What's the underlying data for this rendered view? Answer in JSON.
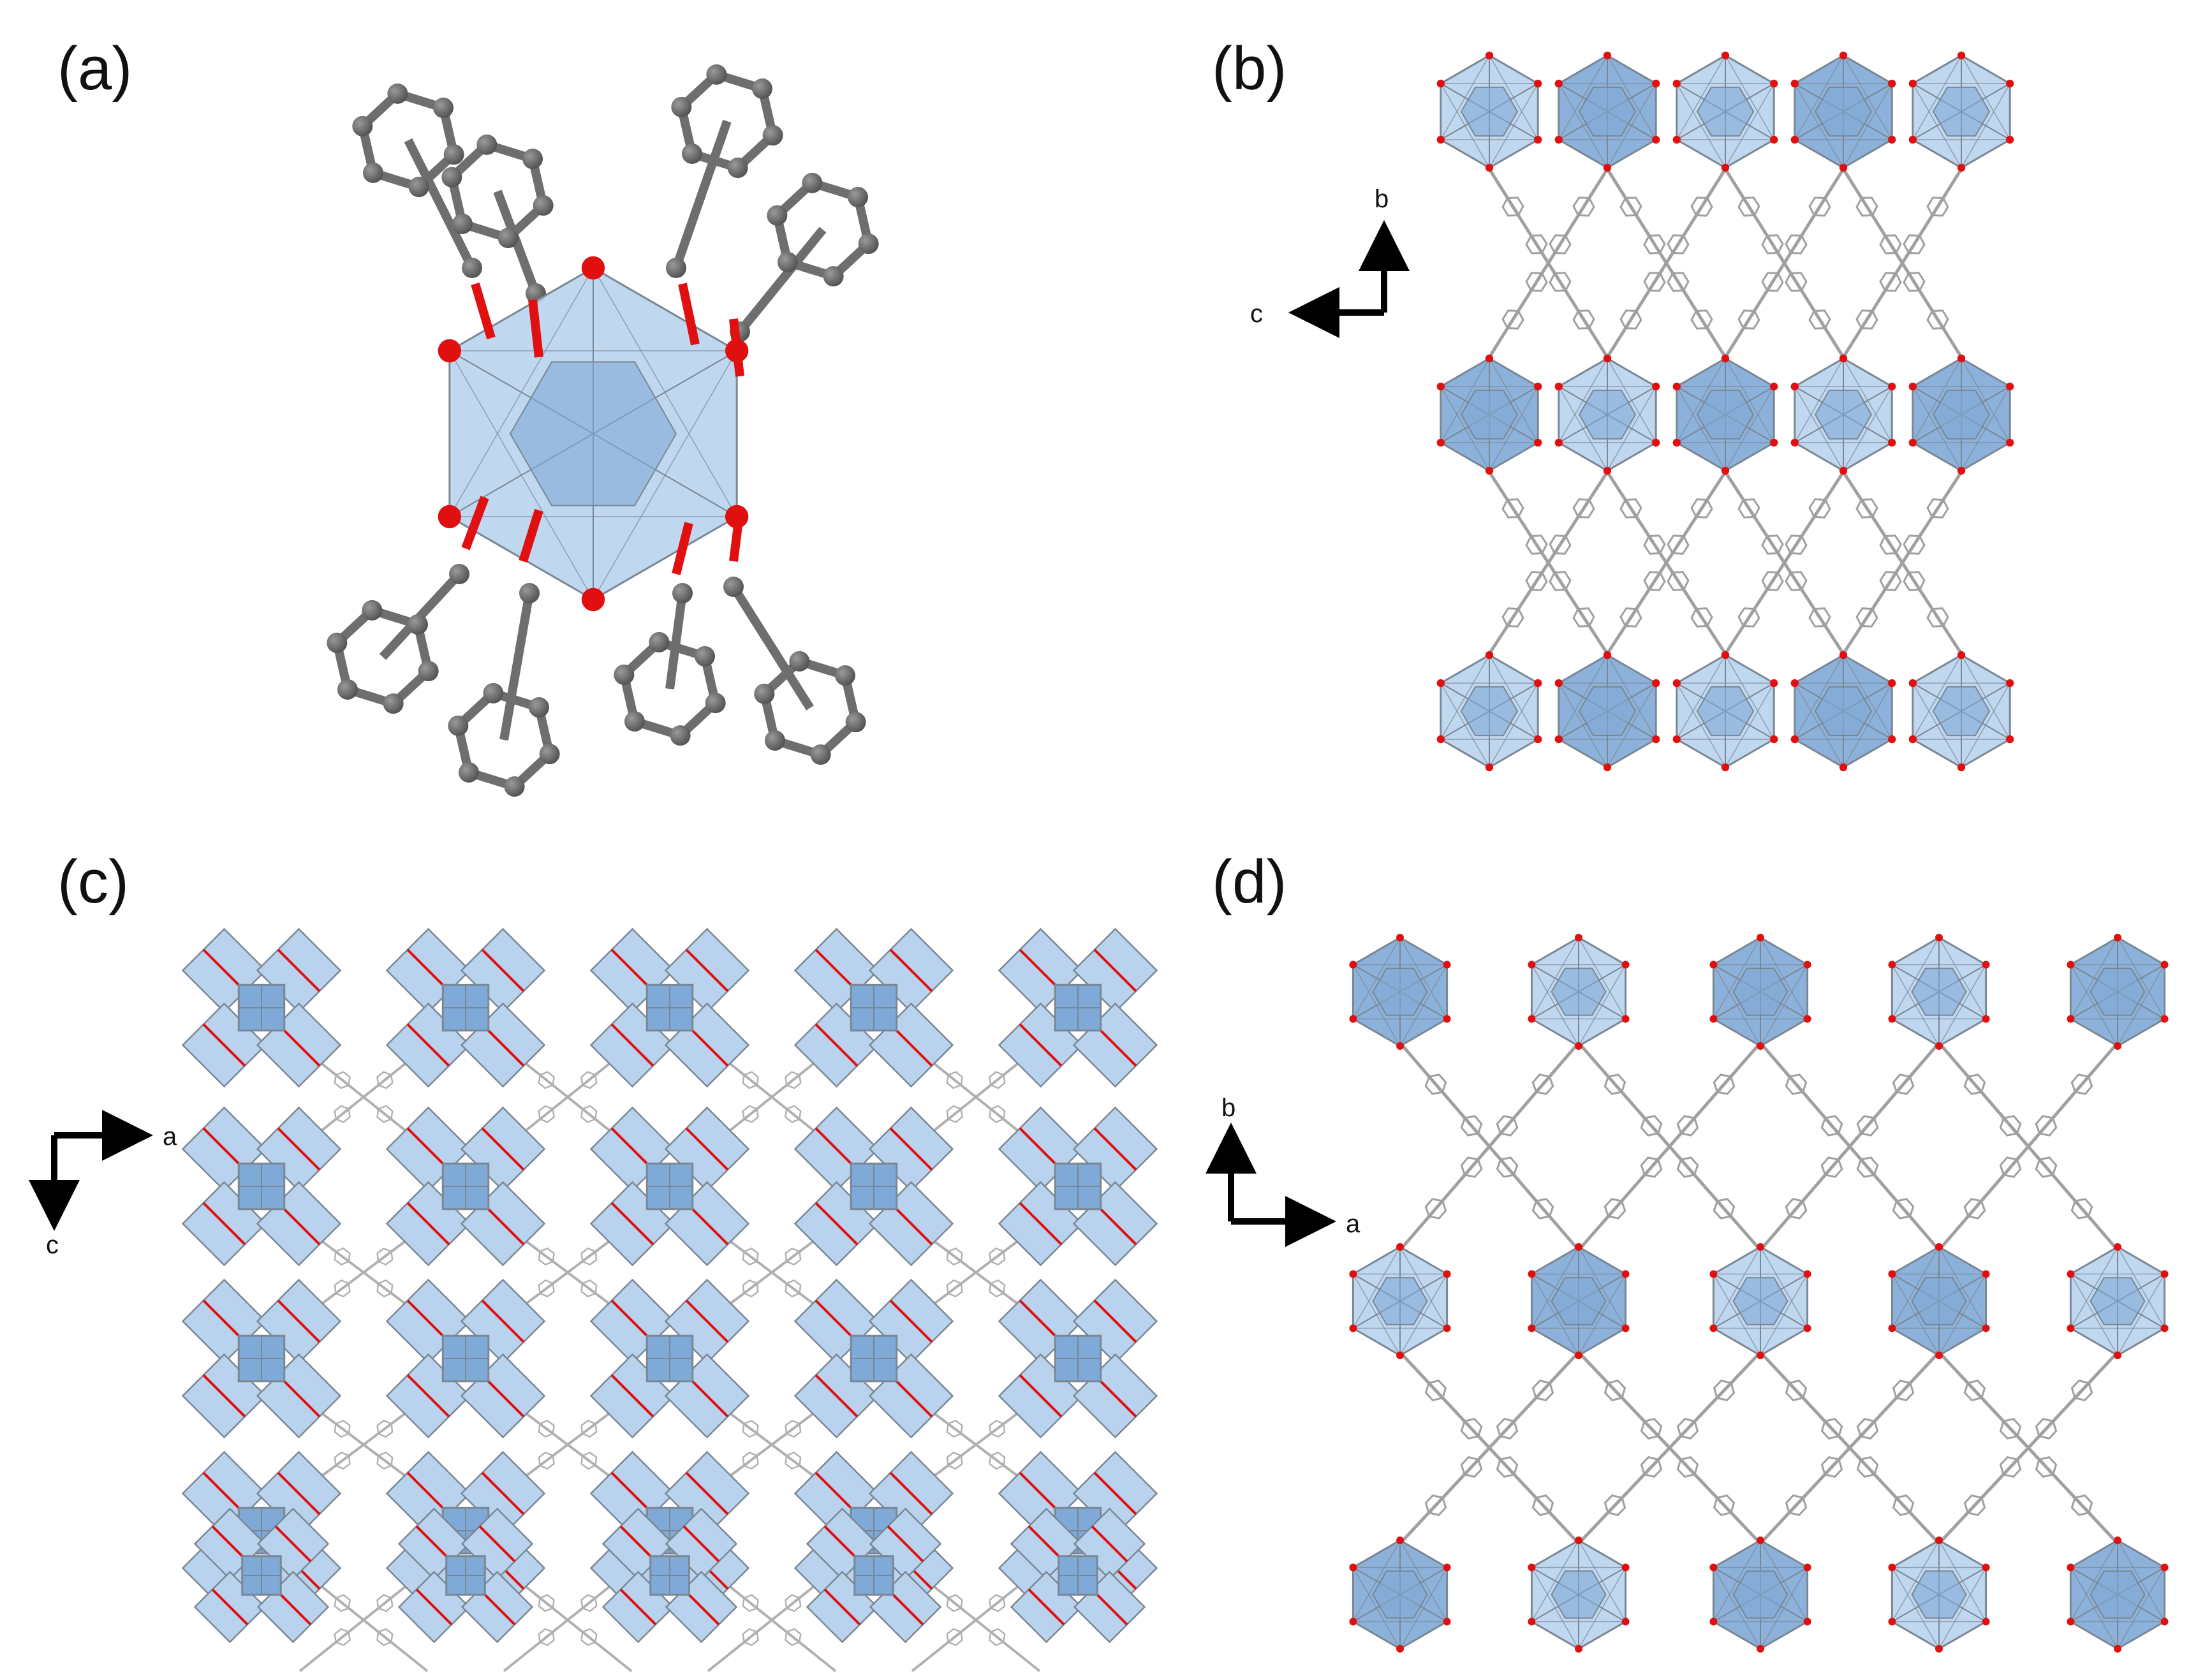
{
  "panels": {
    "a": {
      "label": "(a)"
    },
    "b": {
      "label": "(b)",
      "axes": {
        "vertical": "b",
        "horizontal": "c"
      }
    },
    "c": {
      "label": "(c)",
      "axes": {
        "horizontal": "a",
        "vertical": "c"
      }
    },
    "d": {
      "label": "(d)",
      "axes": {
        "vertical": "b",
        "horizontal": "a"
      }
    }
  },
  "colors": {
    "cluster_fill": "#7fa9d6",
    "cluster_light": "#b9d3ee",
    "cluster_edge": "#7a8794",
    "oxygen": "#e01010",
    "carbon": "#6e6e6e",
    "linker": "#a0a0a0"
  }
}
